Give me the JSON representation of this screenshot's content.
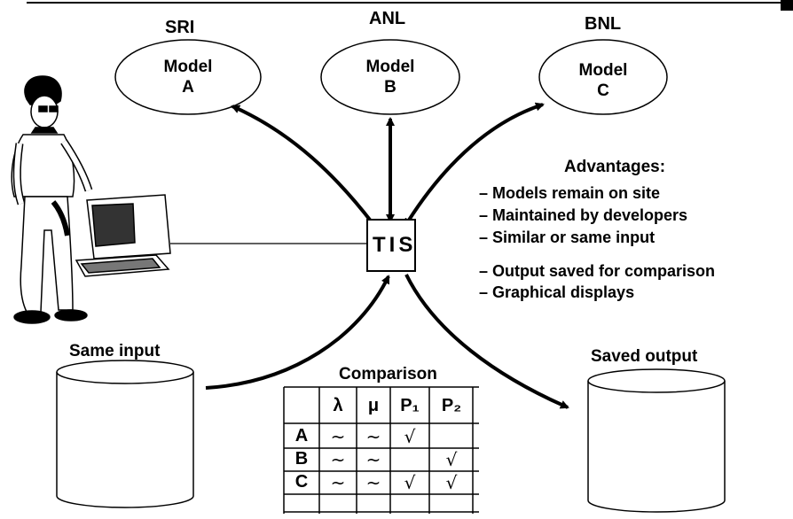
{
  "sites": [
    {
      "site": "SRI",
      "model_line1": "Model",
      "model_line2": "A"
    },
    {
      "site": "ANL",
      "model_line1": "Model",
      "model_line2": "B"
    },
    {
      "site": "BNL",
      "model_line1": "Model",
      "model_line2": "C"
    }
  ],
  "hub_label": "TIS",
  "advantages": {
    "title": "Advantages:",
    "items": [
      "– Models remain on site",
      "– Maintained by developers",
      "– Similar or same input",
      "– Output saved for comparison",
      "– Graphical displays"
    ]
  },
  "input_label": "Same input",
  "output_label": "Saved output",
  "comparison": {
    "title": "Comparison",
    "headers": [
      "λ",
      "μ",
      "P₁",
      "P₂"
    ],
    "rows": [
      {
        "label": "A",
        "cells": [
          "~",
          "~",
          "√",
          ""
        ]
      },
      {
        "label": "B",
        "cells": [
          "~",
          "~",
          "",
          "√"
        ]
      },
      {
        "label": "C",
        "cells": [
          "~",
          "~",
          "√",
          "√"
        ]
      }
    ]
  }
}
